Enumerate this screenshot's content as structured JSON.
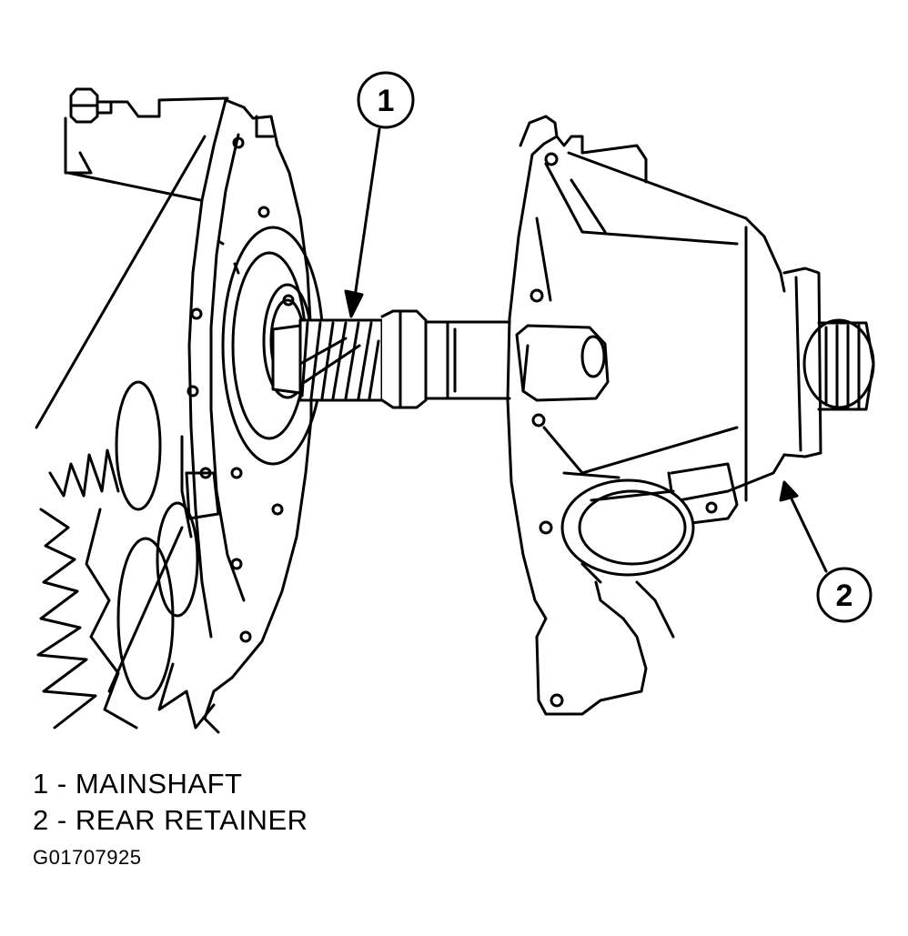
{
  "callouts": [
    {
      "number": "1"
    },
    {
      "number": "2"
    }
  ],
  "legend": [
    {
      "number": "1",
      "separator": "-",
      "label": "MAINSHAFT"
    },
    {
      "number": "2",
      "separator": "-",
      "label": "REAR RETAINER"
    }
  ],
  "figure_id": "G01707925",
  "colors": {
    "ink": "#000000",
    "paper": "#ffffff"
  }
}
